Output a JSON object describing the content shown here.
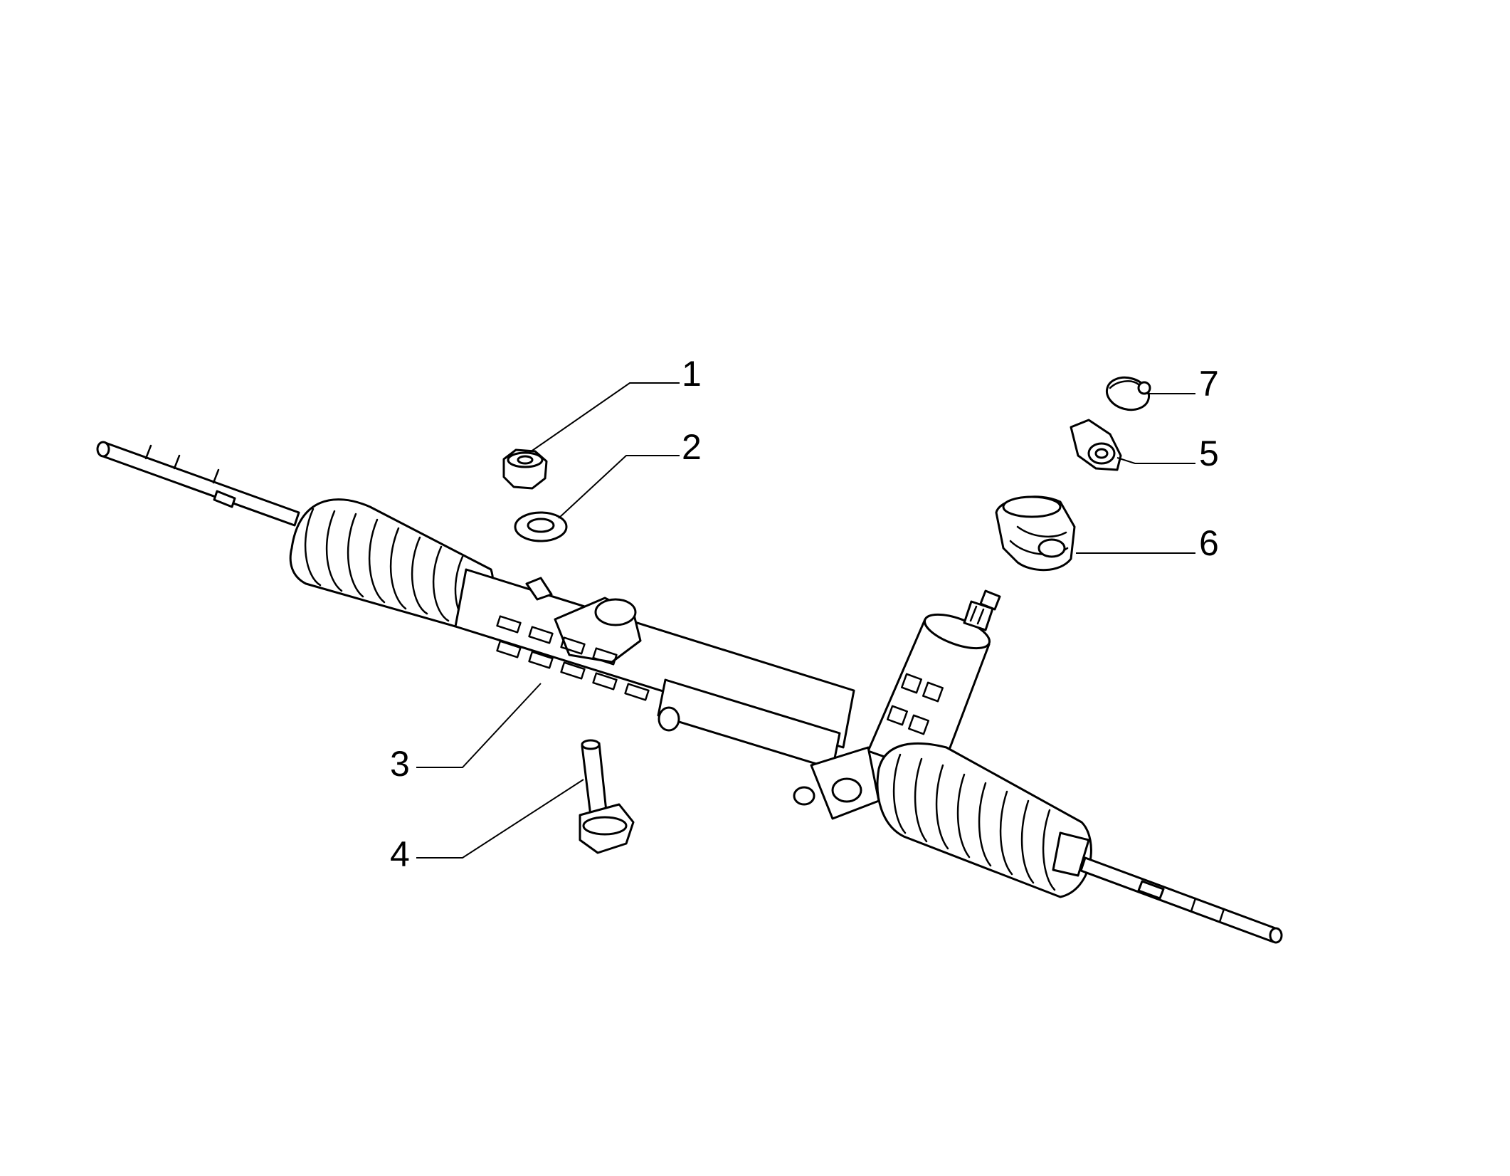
{
  "callouts": [
    {
      "id": "1",
      "label": "1",
      "part": "nut"
    },
    {
      "id": "2",
      "label": "2",
      "part": "washer"
    },
    {
      "id": "3",
      "label": "3",
      "part": "steering-rack-housing"
    },
    {
      "id": "4",
      "label": "4",
      "part": "flange-bolt"
    },
    {
      "id": "5",
      "label": "5",
      "part": "clamp-nut"
    },
    {
      "id": "6",
      "label": "6",
      "part": "pinion-seal-boot"
    },
    {
      "id": "7",
      "label": "7",
      "part": "clip"
    }
  ],
  "colors": {
    "line": "#000000",
    "background": "#ffffff"
  }
}
